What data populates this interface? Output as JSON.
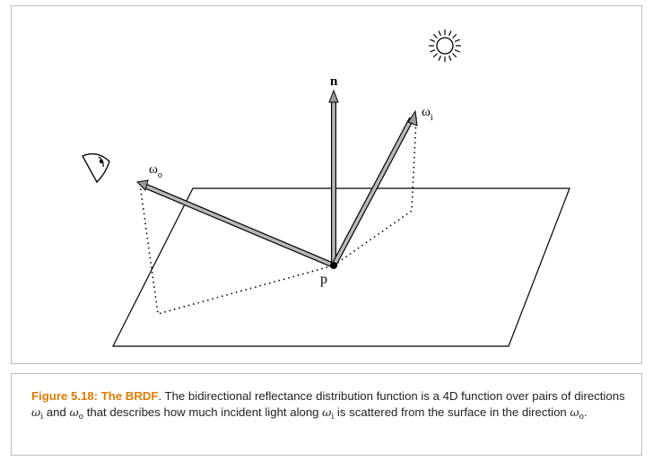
{
  "figure": {
    "label_n": "n",
    "label_omega_i": "ω",
    "label_omega_i_sub": "i",
    "label_omega_o": "ω",
    "label_omega_o_sub": "o",
    "label_p": "p",
    "icons": [
      "sun-icon",
      "eye-icon"
    ]
  },
  "caption": {
    "label": "Figure 5.18:",
    "title": "The BRDF",
    "part1": ". The bidirectional reflectance distribution function is a 4D function over pairs of directions ",
    "w_i": "ω",
    "w_i_sub": "i",
    "part2": " and ",
    "w_o": "ω",
    "w_o_sub": "o",
    "part3": " that describes how much incident light along ",
    "w_i2": "ω",
    "w_i2_sub": "i",
    "part4": " is scattered from the surface in the direction ",
    "w_o2": "ω",
    "w_o2_sub": "o",
    "part5": "."
  },
  "colors": {
    "accent": "#e07b00",
    "arrow_fill": "#b8b8b8"
  }
}
